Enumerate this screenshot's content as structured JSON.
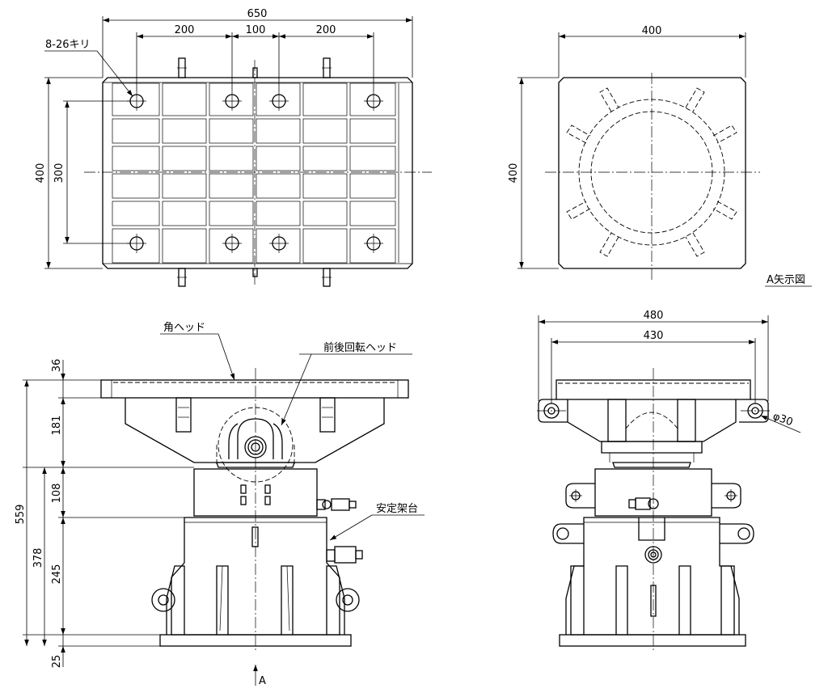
{
  "plan_view": {
    "dim_overall_width": "650",
    "dim_pitch_1": "200",
    "dim_pitch_2": "100",
    "dim_pitch_3": "200",
    "dim_overall_depth": "400",
    "dim_hole_pitch_depth": "300",
    "hole_note": "8-26キリ"
  },
  "arrow_view": {
    "dim_width": "400",
    "dim_depth": "400",
    "title": "A矢示図"
  },
  "front_view": {
    "label_square_head": "角ヘッド",
    "label_tilt_head": "前後回転ヘッド",
    "label_stand": "安定架台",
    "dim_plate": "36",
    "dim_head": "181",
    "dim_mid": "108",
    "dim_total": "559",
    "dim_lower": "378",
    "dim_body": "245",
    "dim_base": "25",
    "view_marker": "A"
  },
  "side_view": {
    "dim_outer": "480",
    "dim_inner": "430",
    "hole_diameter": "φ30"
  }
}
